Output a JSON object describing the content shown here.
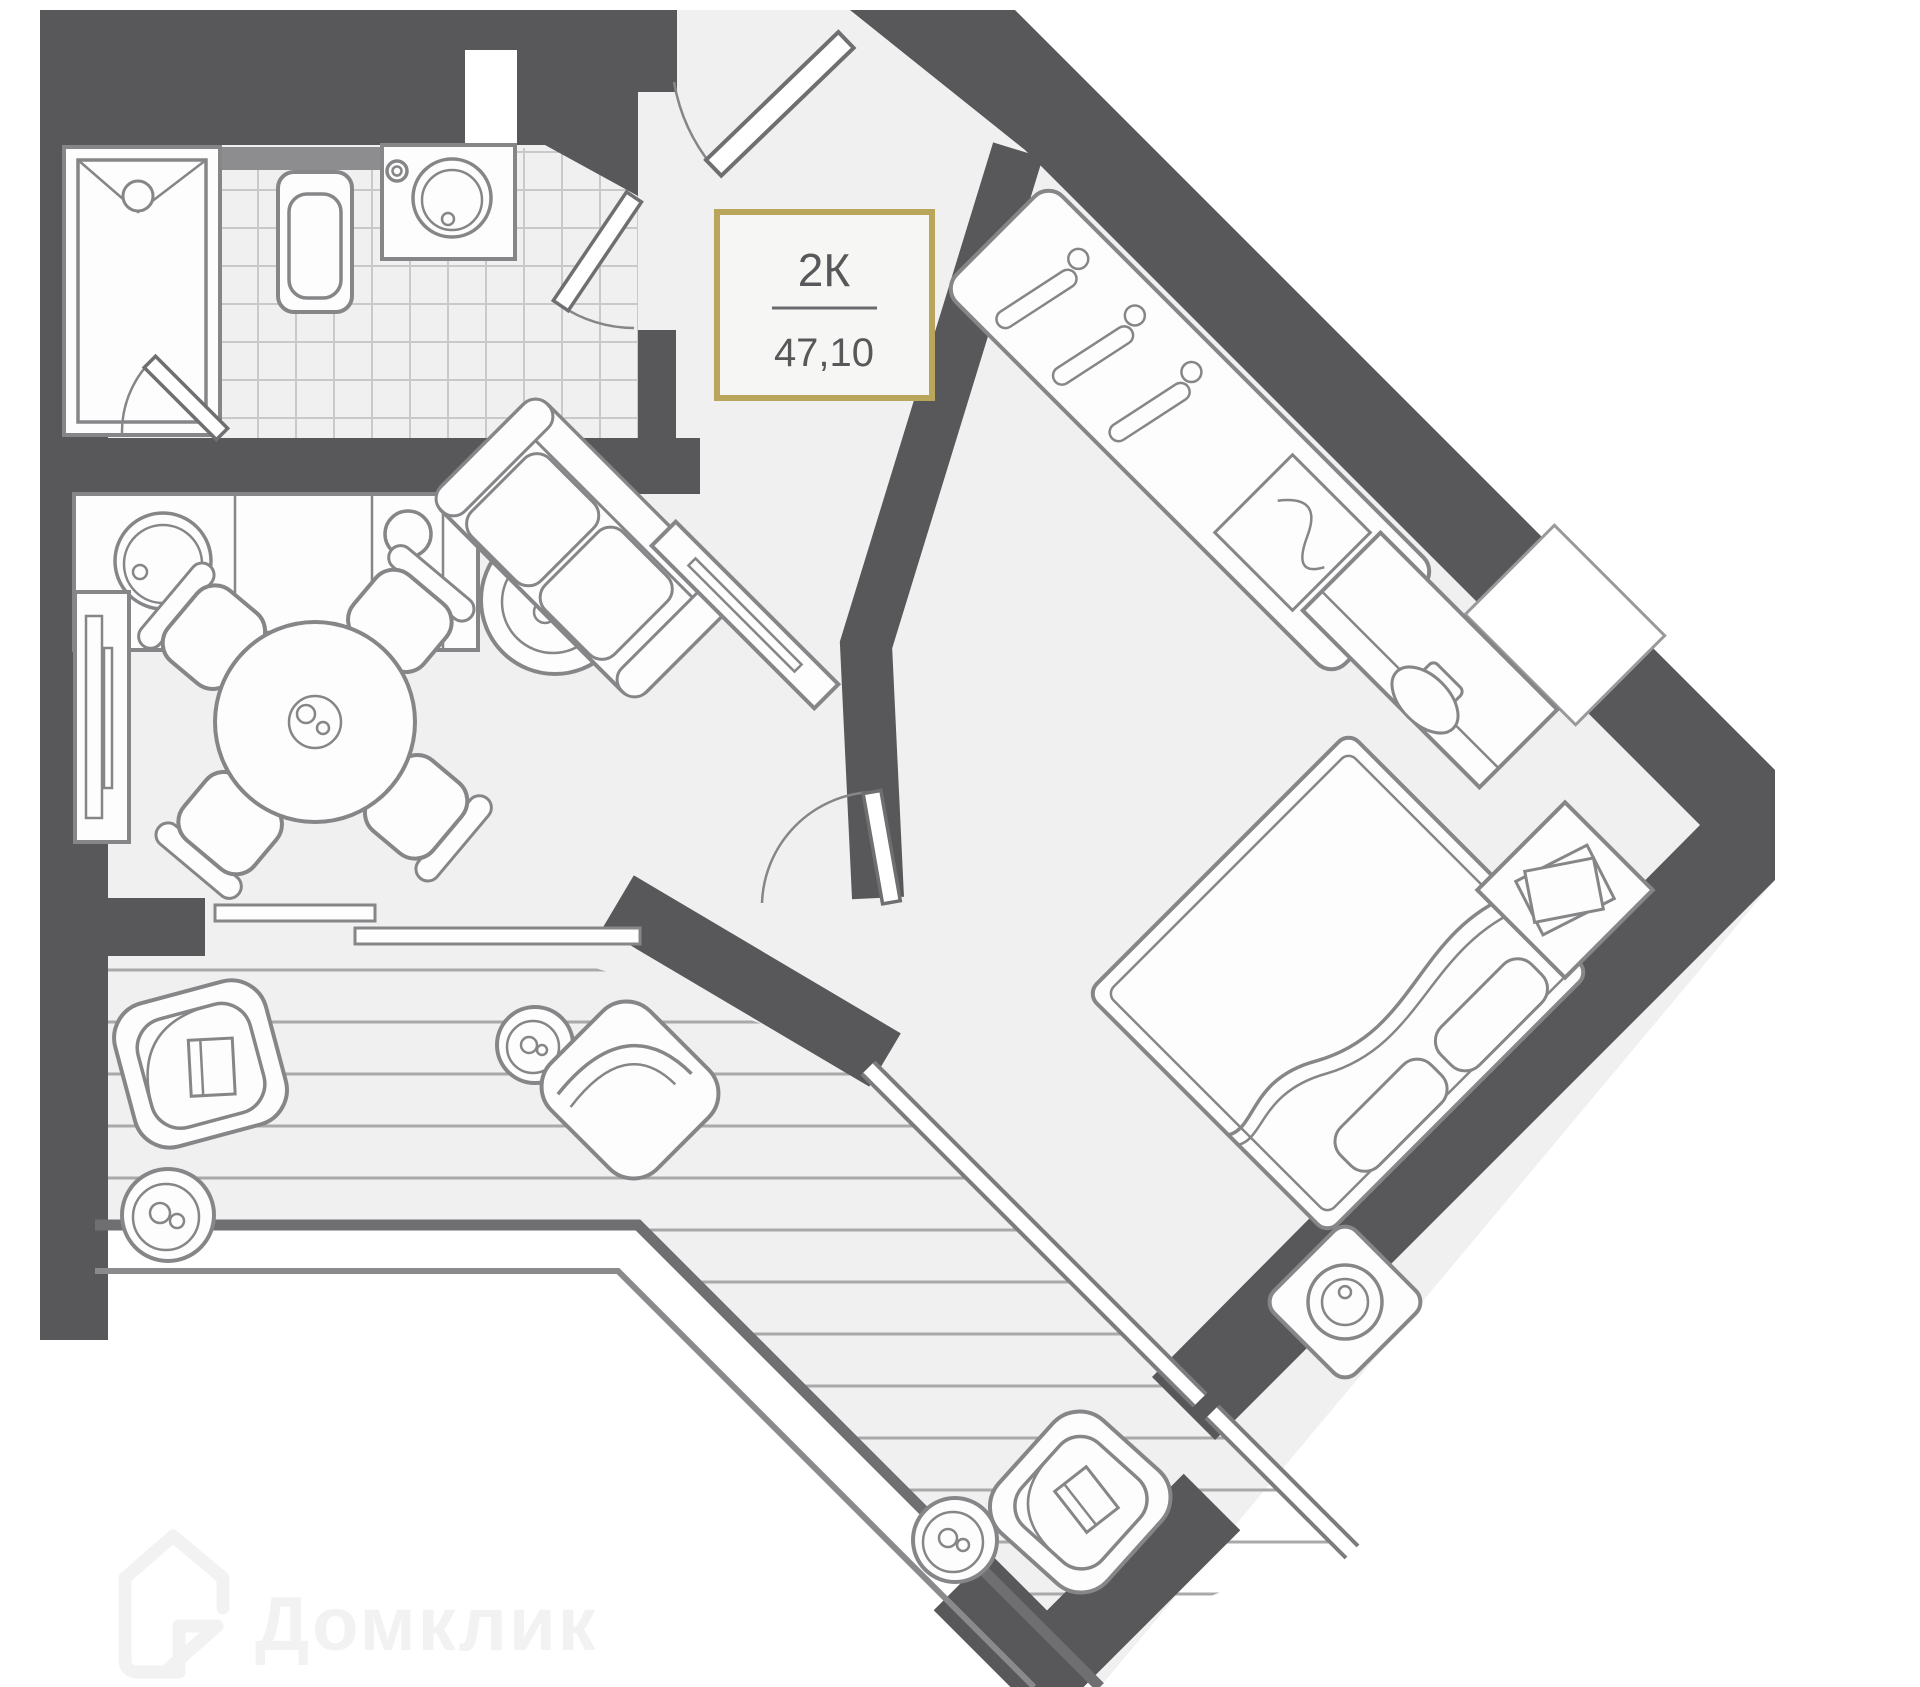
{
  "plan": {
    "unit_label": "2К",
    "area": "47,10",
    "watermark": "Домклик",
    "colors": {
      "wall": "#58585a",
      "floor": "#f0f0f1",
      "line": "#868689",
      "accent_gold": "#b9a65a",
      "text": "#58585a",
      "deck_line": "#a9a9a9",
      "tile_line": "#c9c9ca",
      "shelf_gray": "#8d8d8f",
      "watermark": "#f2f2f2"
    },
    "icons": [
      "shower-icon",
      "toilet-icon",
      "washbasin-icon",
      "bath-shelf-icon",
      "kitchen-sink-icon",
      "stove-icon",
      "kitchen-counter-icon",
      "dining-table-icon",
      "chair-icon",
      "plant-icon",
      "cabinet-icon",
      "sofa-icon",
      "tv-console-icon",
      "wardrobe-icon",
      "hanger-icon",
      "dresser-icon",
      "lamp-icon",
      "double-bed-icon",
      "pillow-icon",
      "nightstand-icon",
      "book-icon",
      "pouf-icon",
      "armchair-icon",
      "side-table-icon",
      "entrance-door-icon",
      "bathroom-door-icon",
      "bedroom-door-icon",
      "shower-door-icon",
      "window-icon",
      "balcony-glazing-icon"
    ]
  }
}
